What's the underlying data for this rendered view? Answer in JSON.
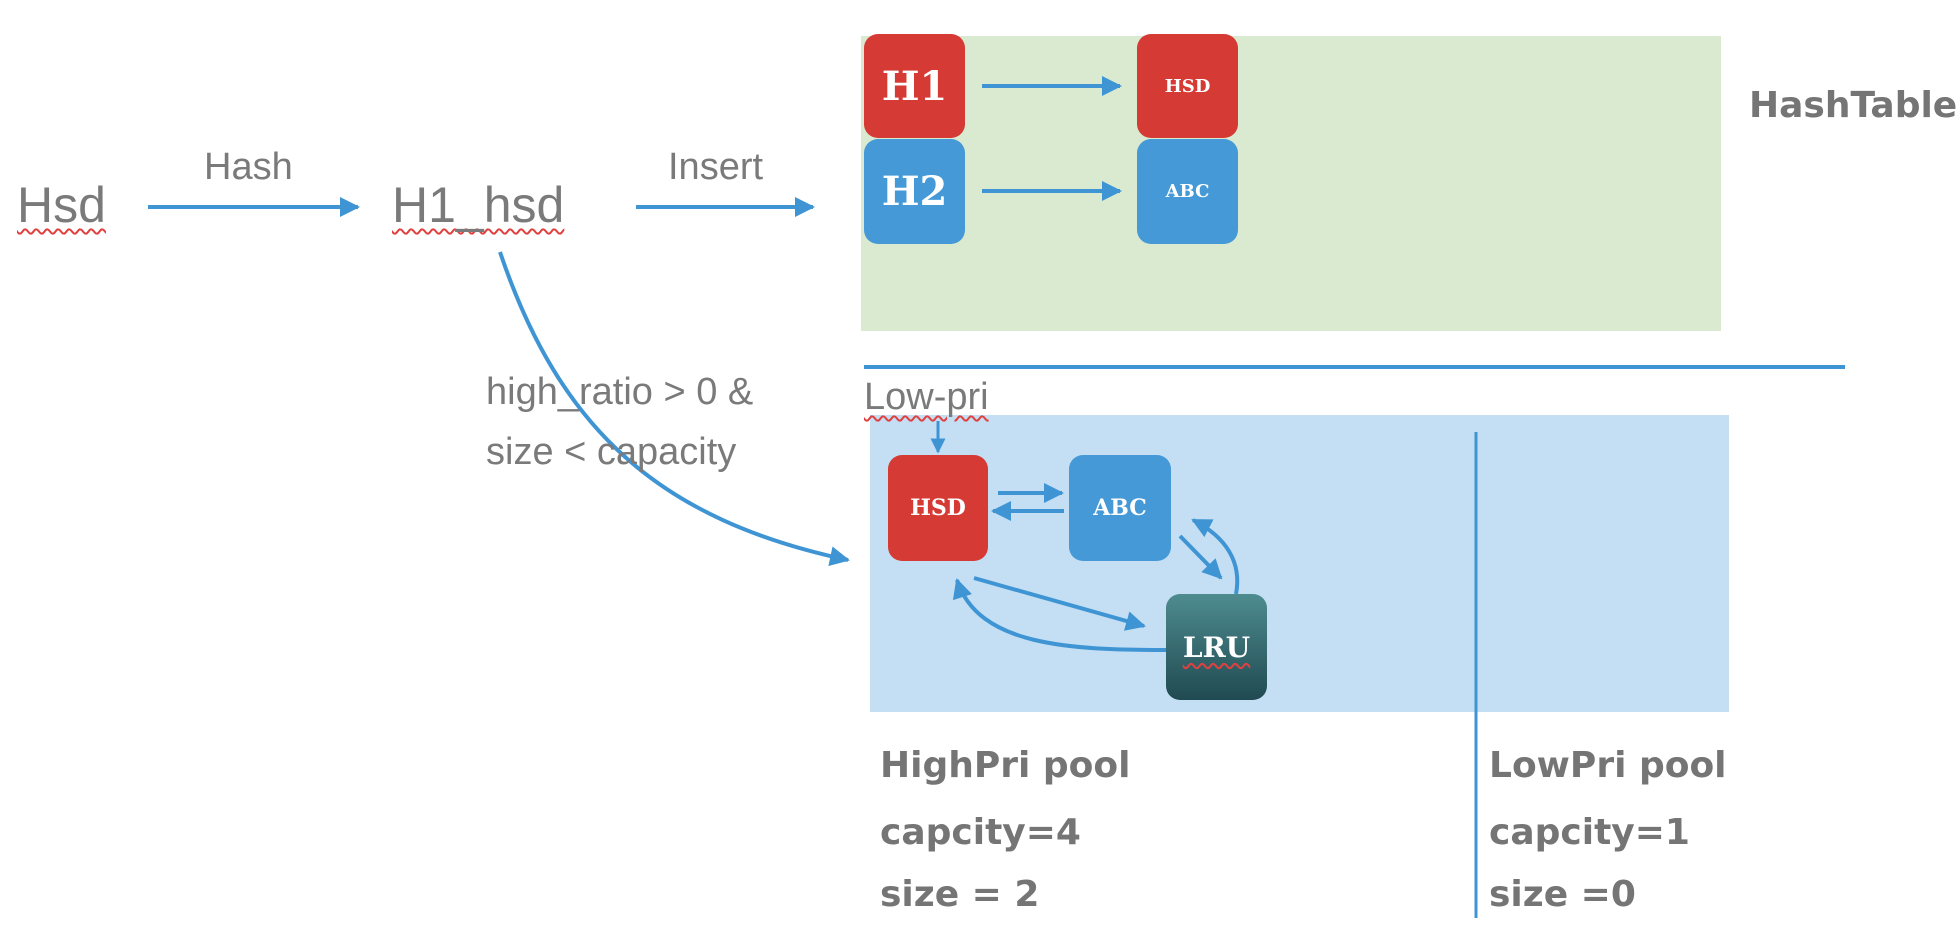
{
  "colors": {
    "red": "#d63a34",
    "blue": "#4499d6",
    "teal": "#2f6a70",
    "hashtable_bg": "#d9ead0",
    "pool_bg": "#c4dff3",
    "arrow": "#3f95d4",
    "text": "#7a7a7a"
  },
  "pipeline": {
    "source_key": "Hsd",
    "hash_label": "Hash",
    "hashed_key": "H1_hsd",
    "insert_label": "Insert",
    "condition_line1": "high_ratio > 0 &",
    "condition_line2": "size < capacity"
  },
  "hashtable": {
    "title": "HashTable",
    "buckets": [
      {
        "label": "H1",
        "entry": "HSD",
        "color": "red"
      },
      {
        "label": "H2",
        "entry": "ABC",
        "color": "blue"
      }
    ]
  },
  "lru": {
    "low_pri_label": "Low-pri",
    "nodes": {
      "hsd": "HSD",
      "abc": "ABC",
      "lru": "LRU"
    }
  },
  "pools": {
    "high": {
      "title": "HighPri pool",
      "capacity": "capcity=4",
      "size": "size = 2"
    },
    "low": {
      "title": "LowPri pool",
      "capacity": "capcity=1",
      "size": "size =0"
    }
  }
}
